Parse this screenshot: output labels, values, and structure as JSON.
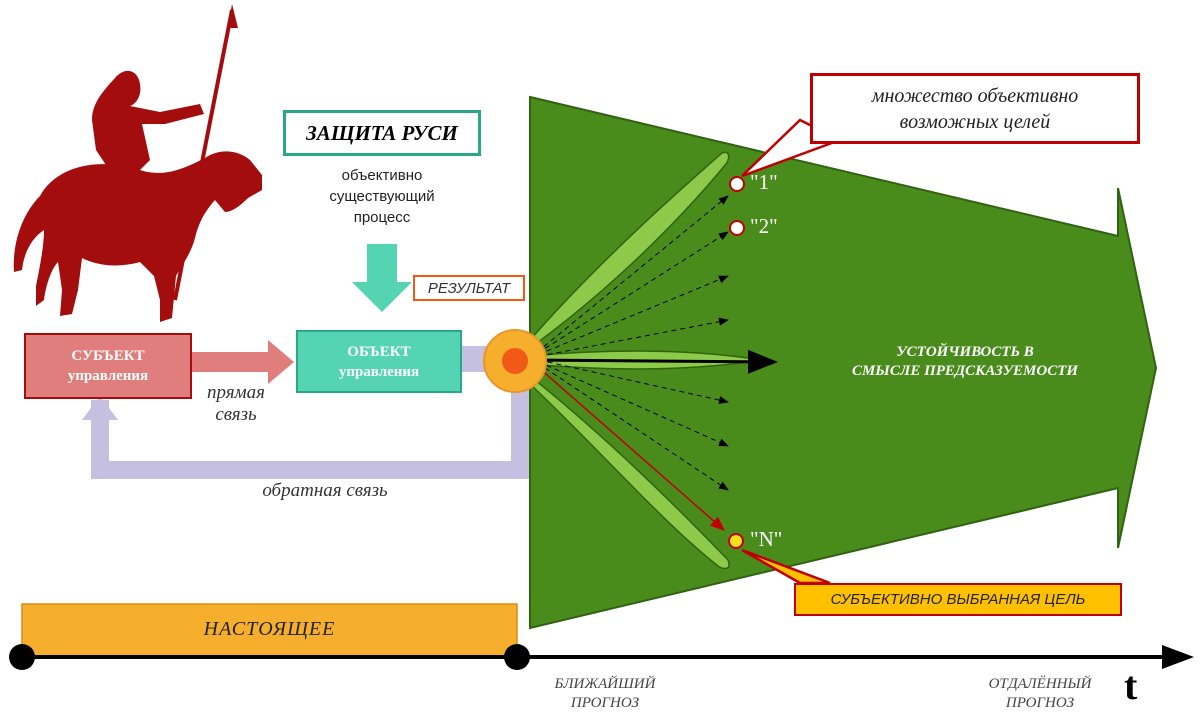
{
  "title_box": "ЗАЩИТА РУСИ",
  "process_caption": "объективно\nсуществующий\nпроцесс",
  "subject_box": "СУБЪЕКТ\nуправления",
  "object_box": "ОБЪЕКТ\nуправления",
  "direct_link": "прямая\nсвязь",
  "feedback": "обратная связь",
  "result": "РЕЗУЛЬТАТ",
  "goals_callout": "множество объективно\nвозможных целей",
  "goal_labels": [
    "\"1\"",
    "\"2\"",
    "\"N\""
  ],
  "stability": "УСТОЙЧИВОСТЬ В\nСМЫСЛЕ ПРЕДСКАЗУЕМОСТИ",
  "chosen_goal": "СУБЪЕКТИВНО ВЫБРАННАЯ ЦЕЛЬ",
  "present": "НАСТОЯЩЕЕ",
  "near_forecast": "БЛИЖАЙШИЙ\nПРОГНОЗ",
  "far_forecast": "ОТДАЛЁННЫЙ\nПРОГНОЗ",
  "time_axis": "t",
  "colors": {
    "dark_red": "#a30d0d",
    "subject_fill": "#e07e7e",
    "object_fill": "#55d4b4",
    "teal_border": "#2aa784",
    "feedback": "#c5c0e0",
    "green_dark": "#4a8c1c",
    "green_light": "#8dca4a",
    "orange": "#f6ae2d",
    "callout_red": "#c00000"
  }
}
